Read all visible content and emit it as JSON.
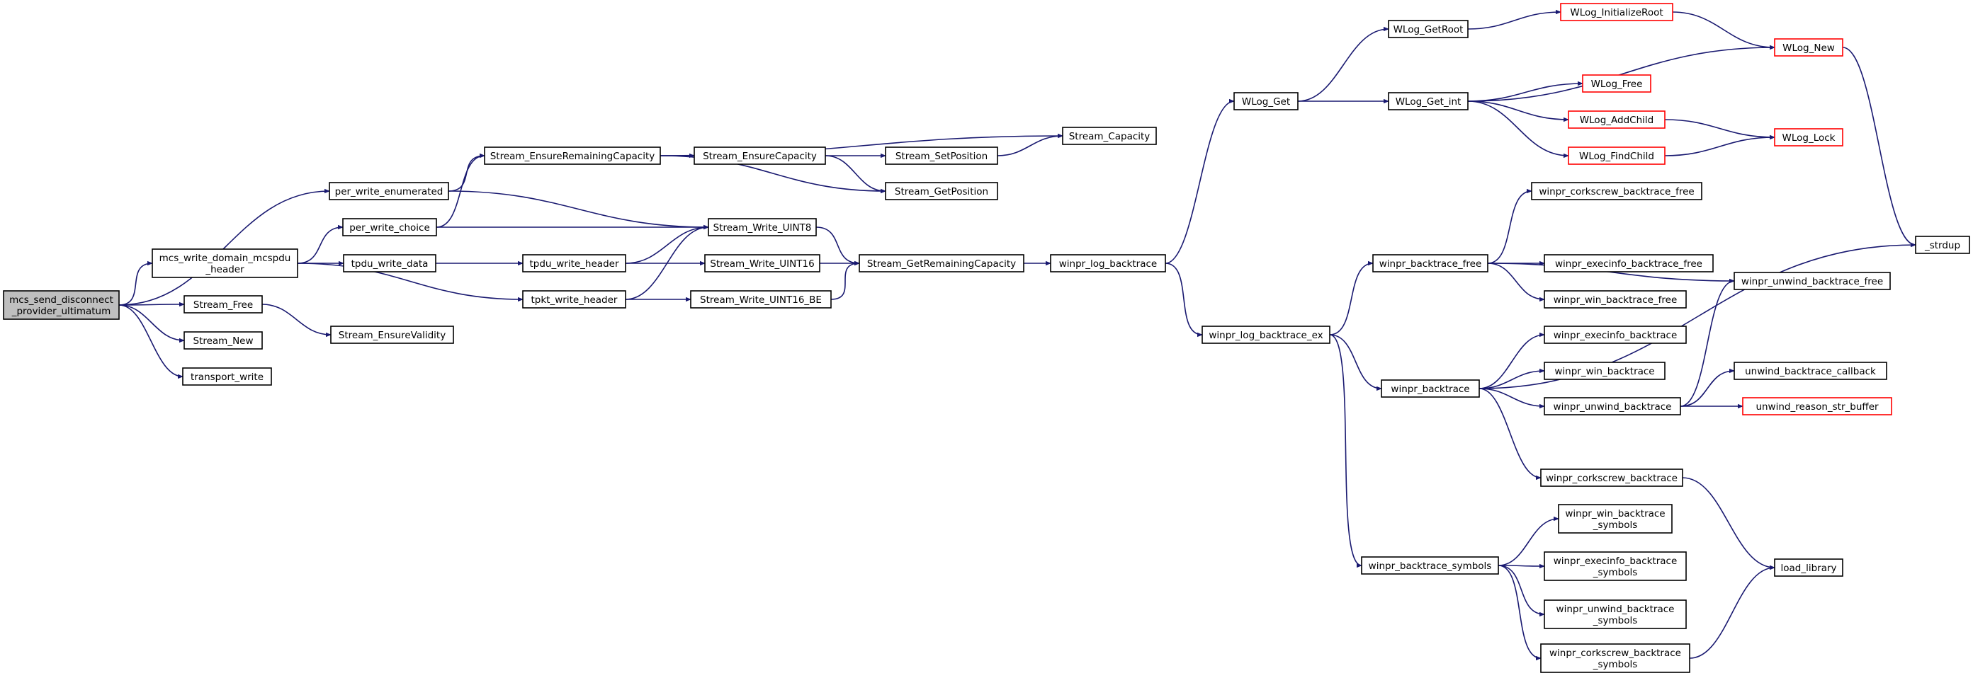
{
  "graph": {
    "edge_color": "#191970",
    "root_fill": "#bfbfbf",
    "truncated_border": "#ff0000",
    "nodes": [
      {
        "id": "mcs_send",
        "lines": [
          "mcs_send_disconnect",
          "_provider_ultimatum"
        ],
        "root": true
      },
      {
        "id": "per_write_enumerated",
        "lines": [
          "per_write_enumerated"
        ]
      },
      {
        "id": "mcs_write_domain",
        "lines": [
          "mcs_write_domain_mcspdu",
          "_header"
        ]
      },
      {
        "id": "stream_free",
        "lines": [
          "Stream_Free"
        ]
      },
      {
        "id": "stream_new",
        "lines": [
          "Stream_New"
        ]
      },
      {
        "id": "transport_write",
        "lines": [
          "transport_write"
        ]
      },
      {
        "id": "stream_ensure_remaining",
        "lines": [
          "Stream_EnsureRemainingCapacity"
        ]
      },
      {
        "id": "stream_write_uint8",
        "lines": [
          "Stream_Write_UINT8"
        ]
      },
      {
        "id": "per_write_choice",
        "lines": [
          "per_write_choice"
        ]
      },
      {
        "id": "tpdu_write_data",
        "lines": [
          "tpdu_write_data"
        ]
      },
      {
        "id": "tpkt_write_header",
        "lines": [
          "tpkt_write_header"
        ]
      },
      {
        "id": "stream_ensure_validity",
        "lines": [
          "Stream_EnsureValidity"
        ]
      },
      {
        "id": "tpdu_write_header",
        "lines": [
          "tpdu_write_header"
        ]
      },
      {
        "id": "stream_ensure_capacity",
        "lines": [
          "Stream_EnsureCapacity"
        ]
      },
      {
        "id": "stream_get_position",
        "lines": [
          "Stream_GetPosition"
        ]
      },
      {
        "id": "stream_capacity",
        "lines": [
          "Stream_Capacity"
        ]
      },
      {
        "id": "stream_set_position",
        "lines": [
          "Stream_SetPosition"
        ]
      },
      {
        "id": "stream_write_uint16",
        "lines": [
          "Stream_Write_UINT16"
        ]
      },
      {
        "id": "stream_write_uint16_be",
        "lines": [
          "Stream_Write_UINT16_BE"
        ]
      },
      {
        "id": "stream_get_remaining",
        "lines": [
          "Stream_GetRemainingCapacity"
        ]
      },
      {
        "id": "winpr_log_backtrace",
        "lines": [
          "winpr_log_backtrace"
        ]
      },
      {
        "id": "wlog_get",
        "lines": [
          "WLog_Get"
        ]
      },
      {
        "id": "winpr_log_backtrace_ex",
        "lines": [
          "winpr_log_backtrace_ex"
        ]
      },
      {
        "id": "wlog_getroot",
        "lines": [
          "WLog_GetRoot"
        ]
      },
      {
        "id": "wlog_get_int",
        "lines": [
          "WLog_Get_int"
        ]
      },
      {
        "id": "winpr_backtrace_free",
        "lines": [
          "winpr_backtrace_free"
        ]
      },
      {
        "id": "winpr_backtrace",
        "lines": [
          "winpr_backtrace"
        ]
      },
      {
        "id": "winpr_backtrace_symbols",
        "lines": [
          "winpr_backtrace_symbols"
        ]
      },
      {
        "id": "wlog_initroot",
        "lines": [
          "WLog_InitializeRoot"
        ],
        "truncated": true
      },
      {
        "id": "wlog_free",
        "lines": [
          "WLog_Free"
        ],
        "truncated": true
      },
      {
        "id": "wlog_addchild",
        "lines": [
          "WLog_AddChild"
        ],
        "truncated": true
      },
      {
        "id": "wlog_findchild",
        "lines": [
          "WLog_FindChild"
        ],
        "truncated": true
      },
      {
        "id": "wlog_new",
        "lines": [
          "WLog_New"
        ],
        "truncated": true
      },
      {
        "id": "wlog_lock",
        "lines": [
          "WLog_Lock"
        ],
        "truncated": true
      },
      {
        "id": "strdup",
        "lines": [
          "_strdup"
        ]
      },
      {
        "id": "cork_bt_free",
        "lines": [
          "winpr_corkscrew_backtrace_free"
        ]
      },
      {
        "id": "execinfo_bt_free",
        "lines": [
          "winpr_execinfo_backtrace_free"
        ]
      },
      {
        "id": "win_bt_free",
        "lines": [
          "winpr_win_backtrace_free"
        ]
      },
      {
        "id": "unwind_bt_free",
        "lines": [
          "winpr_unwind_backtrace_free"
        ]
      },
      {
        "id": "execinfo_bt",
        "lines": [
          "winpr_execinfo_backtrace"
        ]
      },
      {
        "id": "win_bt",
        "lines": [
          "winpr_win_backtrace"
        ]
      },
      {
        "id": "unwind_bt",
        "lines": [
          "winpr_unwind_backtrace"
        ]
      },
      {
        "id": "cork_bt",
        "lines": [
          "winpr_corkscrew_backtrace"
        ]
      },
      {
        "id": "unwind_cb",
        "lines": [
          "unwind_backtrace_callback"
        ]
      },
      {
        "id": "unwind_reason",
        "lines": [
          "unwind_reason_str_buffer"
        ],
        "truncated": true
      },
      {
        "id": "load_library",
        "lines": [
          "load_library"
        ]
      },
      {
        "id": "win_bt_sym",
        "lines": [
          "winpr_win_backtrace",
          "_symbols"
        ]
      },
      {
        "id": "execinfo_bt_sym",
        "lines": [
          "winpr_execinfo_backtrace",
          "_symbols"
        ]
      },
      {
        "id": "unwind_bt_sym",
        "lines": [
          "winpr_unwind_backtrace",
          "_symbols"
        ]
      },
      {
        "id": "cork_bt_sym",
        "lines": [
          "winpr_corkscrew_backtrace",
          "_symbols"
        ]
      }
    ],
    "edges": [
      [
        "mcs_send",
        "per_write_enumerated"
      ],
      [
        "mcs_send",
        "mcs_write_domain"
      ],
      [
        "mcs_send",
        "stream_free"
      ],
      [
        "mcs_send",
        "stream_new"
      ],
      [
        "mcs_send",
        "transport_write"
      ],
      [
        "per_write_enumerated",
        "stream_ensure_remaining"
      ],
      [
        "per_write_enumerated",
        "stream_write_uint8"
      ],
      [
        "mcs_write_domain",
        "per_write_choice"
      ],
      [
        "mcs_write_domain",
        "tpdu_write_data"
      ],
      [
        "mcs_write_domain",
        "tpkt_write_header"
      ],
      [
        "stream_free",
        "stream_ensure_validity"
      ],
      [
        "per_write_choice",
        "stream_ensure_remaining"
      ],
      [
        "per_write_choice",
        "stream_write_uint8"
      ],
      [
        "tpdu_write_data",
        "tpdu_write_header"
      ],
      [
        "tpdu_write_header",
        "stream_write_uint8"
      ],
      [
        "tpdu_write_header",
        "stream_write_uint16"
      ],
      [
        "tpkt_write_header",
        "stream_write_uint8"
      ],
      [
        "tpkt_write_header",
        "stream_write_uint16_be"
      ],
      [
        "stream_ensure_remaining",
        "stream_capacity"
      ],
      [
        "stream_ensure_remaining",
        "stream_ensure_capacity"
      ],
      [
        "stream_ensure_remaining",
        "stream_get_position"
      ],
      [
        "stream_ensure_capacity",
        "stream_set_position"
      ],
      [
        "stream_ensure_capacity",
        "stream_get_position"
      ],
      [
        "stream_set_position",
        "stream_capacity"
      ],
      [
        "stream_write_uint8",
        "stream_get_remaining"
      ],
      [
        "stream_write_uint16",
        "stream_get_remaining"
      ],
      [
        "stream_write_uint16_be",
        "stream_get_remaining"
      ],
      [
        "stream_get_remaining",
        "winpr_log_backtrace"
      ],
      [
        "winpr_log_backtrace",
        "wlog_get"
      ],
      [
        "winpr_log_backtrace",
        "winpr_log_backtrace_ex"
      ],
      [
        "wlog_get",
        "wlog_getroot"
      ],
      [
        "wlog_get",
        "wlog_get_int"
      ],
      [
        "wlog_getroot",
        "wlog_initroot"
      ],
      [
        "wlog_initroot",
        "wlog_new"
      ],
      [
        "wlog_get_int",
        "wlog_new"
      ],
      [
        "wlog_get_int",
        "wlog_free"
      ],
      [
        "wlog_get_int",
        "wlog_addchild"
      ],
      [
        "wlog_get_int",
        "wlog_findchild"
      ],
      [
        "wlog_addchild",
        "wlog_lock"
      ],
      [
        "wlog_findchild",
        "wlog_lock"
      ],
      [
        "wlog_new",
        "strdup"
      ],
      [
        "winpr_log_backtrace_ex",
        "winpr_backtrace_free"
      ],
      [
        "winpr_log_backtrace_ex",
        "winpr_backtrace"
      ],
      [
        "winpr_log_backtrace_ex",
        "winpr_backtrace_symbols"
      ],
      [
        "winpr_backtrace_free",
        "cork_bt_free"
      ],
      [
        "winpr_backtrace_free",
        "execinfo_bt_free"
      ],
      [
        "winpr_backtrace_free",
        "win_bt_free"
      ],
      [
        "winpr_backtrace_free",
        "unwind_bt_free"
      ],
      [
        "winpr_backtrace",
        "execinfo_bt"
      ],
      [
        "winpr_backtrace",
        "win_bt"
      ],
      [
        "winpr_backtrace",
        "unwind_bt"
      ],
      [
        "winpr_backtrace",
        "cork_bt"
      ],
      [
        "winpr_backtrace",
        "strdup"
      ],
      [
        "unwind_bt",
        "unwind_bt_free"
      ],
      [
        "unwind_bt",
        "unwind_cb"
      ],
      [
        "unwind_bt",
        "unwind_reason"
      ],
      [
        "cork_bt",
        "load_library"
      ],
      [
        "winpr_backtrace_symbols",
        "win_bt_sym"
      ],
      [
        "winpr_backtrace_symbols",
        "execinfo_bt_sym"
      ],
      [
        "winpr_backtrace_symbols",
        "unwind_bt_sym"
      ],
      [
        "winpr_backtrace_symbols",
        "cork_bt_sym"
      ],
      [
        "cork_bt_sym",
        "load_library"
      ]
    ]
  }
}
